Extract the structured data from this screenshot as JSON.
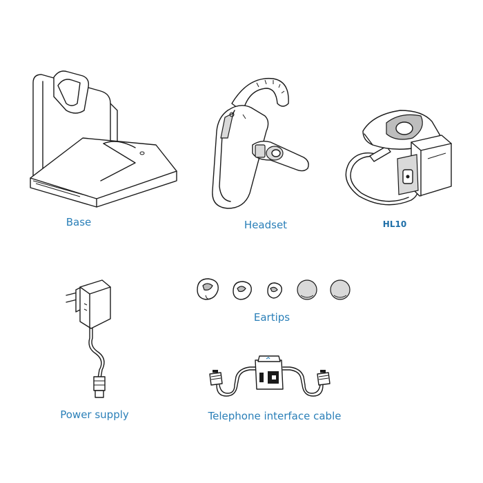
{
  "components": {
    "base": "Base",
    "headset": "Headset",
    "hl10": "HL10",
    "eartips": "Eartips",
    "power_supply": "Power supply",
    "telephone_interface_cable": "Telephone interface cable"
  },
  "colors": {
    "label": "#2a7fb8",
    "line": "#1a1a1a"
  }
}
